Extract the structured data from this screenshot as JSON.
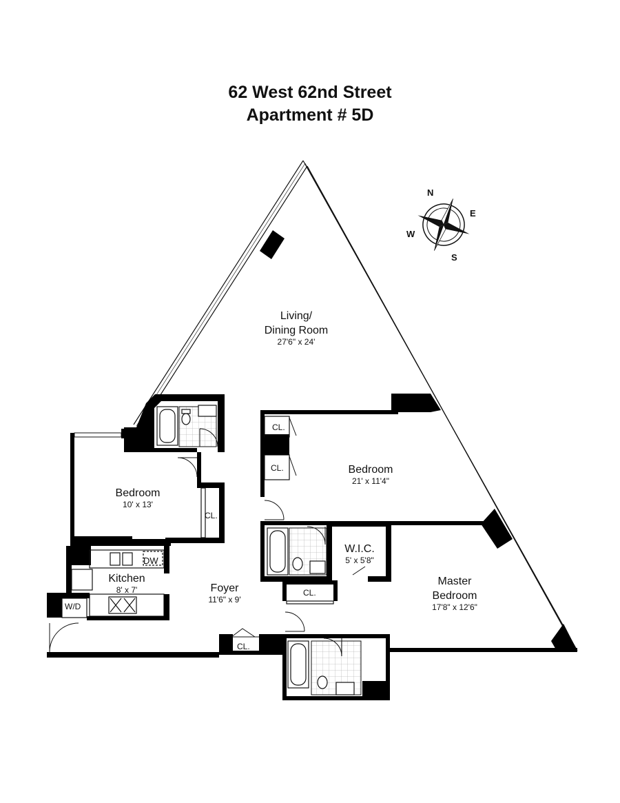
{
  "header": {
    "title_line1": "62 West 62nd Street",
    "title_line2": "Apartment # 5D"
  },
  "compass": {
    "north": "N",
    "east": "E",
    "south": "S",
    "west": "W",
    "icon": "compass-rose-icon"
  },
  "rooms": {
    "living": {
      "name_line1": "Living/",
      "name_line2": "Dining Room",
      "dims": "27'6\" x 24'"
    },
    "bedroom_east": {
      "name": "Bedroom",
      "dims": "21' x 11'4\""
    },
    "bedroom_west": {
      "name": "Bedroom",
      "dims": "10' x 13'"
    },
    "kitchen": {
      "name": "Kitchen",
      "dims": "8' x 7'"
    },
    "foyer": {
      "name": "Foyer",
      "dims": "11'6\" x 9'"
    },
    "wic": {
      "name": "W.I.C.",
      "dims": "5' x 5'8\""
    },
    "master": {
      "name_line1": "Master",
      "name_line2": "Bedroom",
      "dims": "17'8\" x 12'6\""
    }
  },
  "labels": {
    "closet": "CL.",
    "dishwasher": "DW",
    "washer_dryer": "W/D"
  },
  "colors": {
    "wall": "#000000",
    "line": "#111111",
    "background": "#ffffff"
  }
}
